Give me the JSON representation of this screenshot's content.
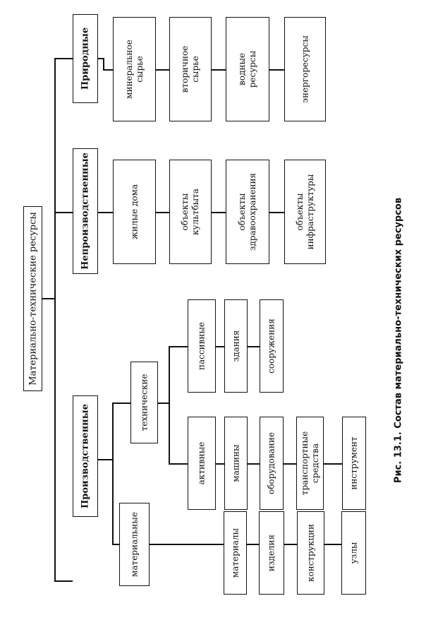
{
  "diagram": {
    "root": "Материально-технические ресурсы",
    "categories": [
      {
        "label": "Производственные",
        "subgroups": [
          {
            "label": "материальные",
            "items": [
              "материалы",
              "изделия",
              "конструкции",
              "узлы"
            ]
          },
          {
            "label": "технические",
            "subgroups": [
              {
                "label": "активные",
                "items": [
                  "машины",
                  "оборудование",
                  "транспортные\nсредства",
                  "инструмент"
                ]
              },
              {
                "label": "пассивные",
                "items": [
                  "здания",
                  "сооружения"
                ]
              }
            ]
          }
        ]
      },
      {
        "label": "Непроизводственные",
        "items": [
          "жилые дома",
          "объекты\nкультбыта",
          "объекты\nздравоохранения",
          "объекты\nинфраструктуры"
        ]
      },
      {
        "label": "Природные",
        "items": [
          "минеральное\nсырье",
          "вторичное\nсырье",
          "водные\nресурсы",
          "энергоресурсы"
        ]
      }
    ]
  },
  "caption": "Рис. 13.1. Состав материально-технических ресурсов"
}
